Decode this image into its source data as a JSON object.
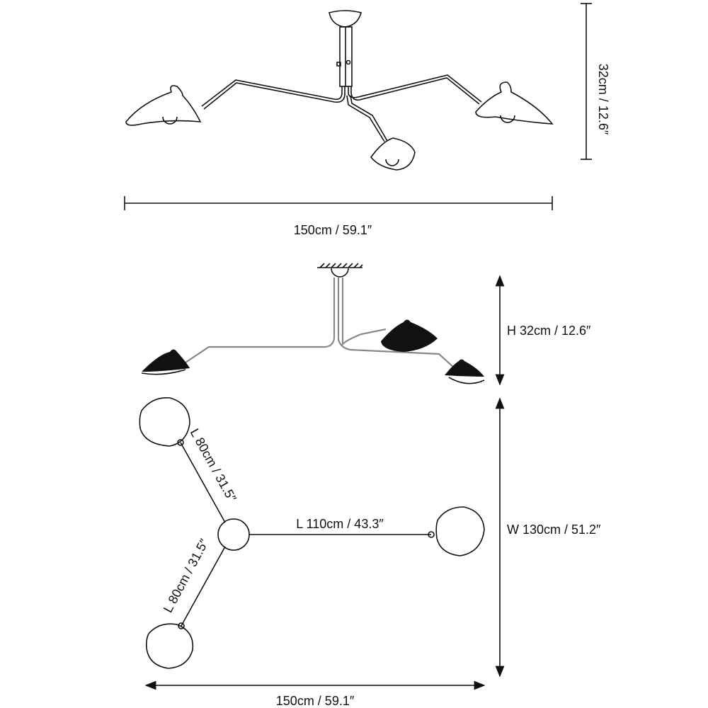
{
  "front_view": {
    "width_label": "150cm / 59.1″",
    "height_label": "32cm / 12.6″"
  },
  "side_view": {
    "height_label": "H 32cm / 12.6″"
  },
  "top_view": {
    "arm_upper_label": "L 80cm / 31.5″",
    "arm_lower_label": "L 80cm / 31.5″",
    "arm_right_label": "L 110cm / 43.3″",
    "depth_label": "W 130cm / 51.2″",
    "width_label": "150cm / 59.1″"
  },
  "colors": {
    "line": "#111111",
    "arm_gray": "#888888"
  }
}
